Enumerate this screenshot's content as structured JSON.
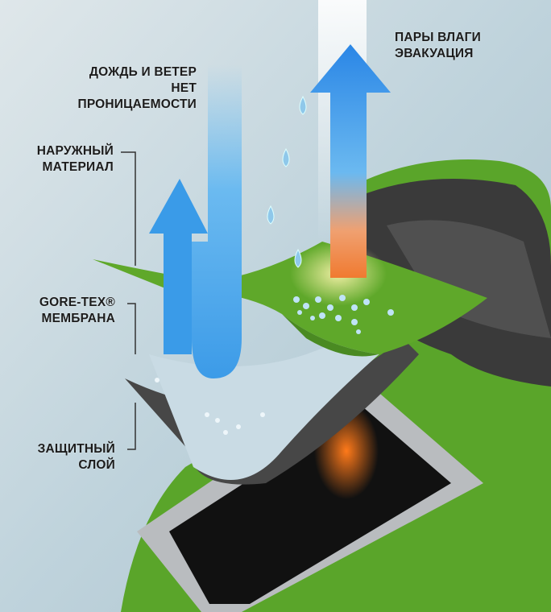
{
  "labels": {
    "vapor": {
      "line1": "ПАРЫ ВЛАГИ",
      "line2": "ЭВАКУАЦИЯ"
    },
    "rain": {
      "line1": "ДОЖДЬ И ВЕТЕР",
      "line2": "НЕТ",
      "line3": "ПРОНИЦАЕМОСТИ"
    },
    "outer": {
      "line1": "НАРУЖНЫЙ",
      "line2": "МАТЕРИАЛ"
    },
    "membrane": {
      "line1": "GORE-TEX®",
      "line2": "МЕМБРАНА"
    },
    "lining": {
      "line1": "ЗАЩИТНЫЙ",
      "line2": "СЛОЙ"
    }
  },
  "colors": {
    "fabric_green": "#5fa82a",
    "arrow_blue": "#2e8fe8",
    "membrane": "#c9dbe4",
    "background": "#c4d6de"
  }
}
